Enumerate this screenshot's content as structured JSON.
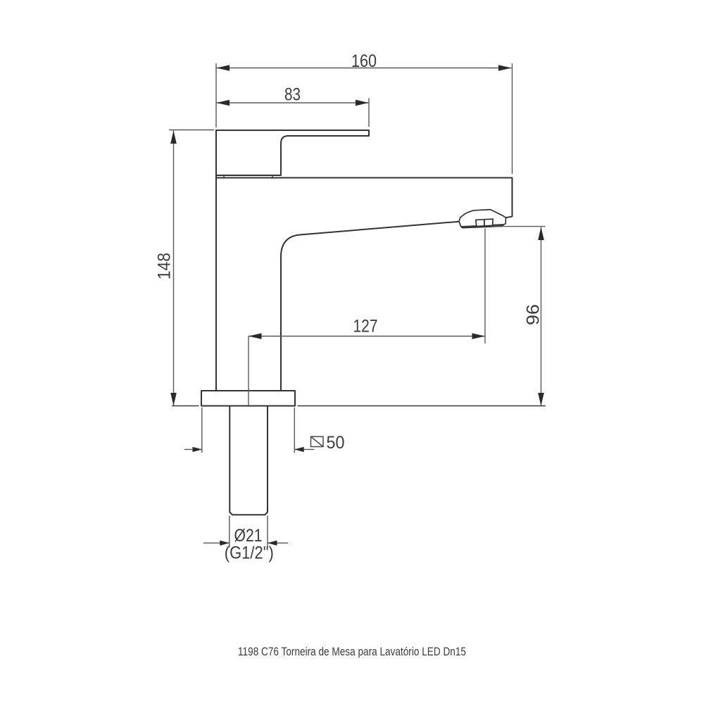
{
  "drawing": {
    "type": "technical-dimension-drawing",
    "subject": "single-hole basin faucet side view",
    "caption": "1198 C76 Torneira de Mesa para Lavatório LED Dn15",
    "dimensions": {
      "total_width": {
        "label": "160"
      },
      "handle_length": {
        "label": "83"
      },
      "total_height": {
        "label": "148"
      },
      "spout_height": {
        "label": "96"
      },
      "spout_reach": {
        "label": "127"
      },
      "base_square": {
        "label": "50"
      },
      "thread_diameter": {
        "label": "Ø21"
      },
      "thread_spec": {
        "label": "(G1/2\")"
      }
    },
    "colors": {
      "background": "#ffffff",
      "object_line": "#333333",
      "dimension_line": "#666666",
      "arrow": "#2a2a2a",
      "text": "#3b3b3b"
    }
  }
}
